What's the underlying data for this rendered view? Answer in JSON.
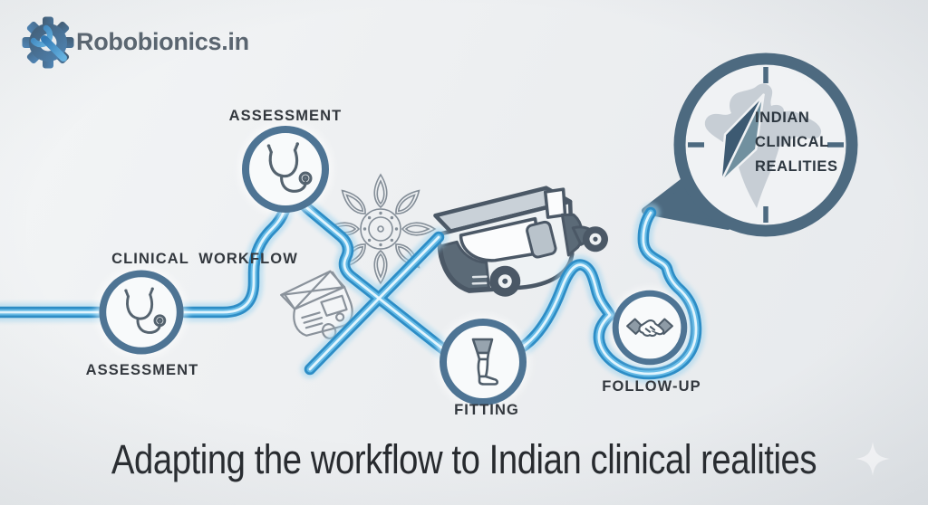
{
  "brand": {
    "name": "Robobionics.in",
    "logo_icon": "gear-wrench-icon"
  },
  "workflow": {
    "label": "CLINICAL WORKFLOW",
    "steps": [
      {
        "id": "assessment-top",
        "label": "ASSESSMENT",
        "icon": "stethoscope-icon"
      },
      {
        "id": "assessment-left",
        "label": "ASSESSMENT",
        "icon": "stethoscope-icon"
      },
      {
        "id": "fitting",
        "label": "FITTING",
        "icon": "prosthetic-leg-icon"
      },
      {
        "id": "follow-up",
        "label": "FOLLOW-UP",
        "icon": "handshake-icon"
      }
    ]
  },
  "callout": {
    "icon": "compass-india-map-icon",
    "lines": [
      "INDIAN",
      "CLINICAL",
      "REALITIES"
    ]
  },
  "caption": "Adapting the workflow to Indian clinical realities",
  "decorations": [
    "mandala-icon",
    "auto-rickshaw-icon",
    "auto-rickshaw-sketch-icon",
    "sparkle-icon"
  ],
  "colors": {
    "background": "#edeff1",
    "path_blue": "#2d8dc6",
    "path_glow": "#9fd4ef",
    "path_core": "#e8f8ff",
    "node_ring": "#4e7494",
    "node_fill": "#f8fafb",
    "icon_gray": "#55636f",
    "bubble_slate": "#4d6a80",
    "map_gray": "#c7ced5",
    "text_dark": "#33383e",
    "logo_text": "#5a6570",
    "wrench_blue": "#3a87c4"
  }
}
